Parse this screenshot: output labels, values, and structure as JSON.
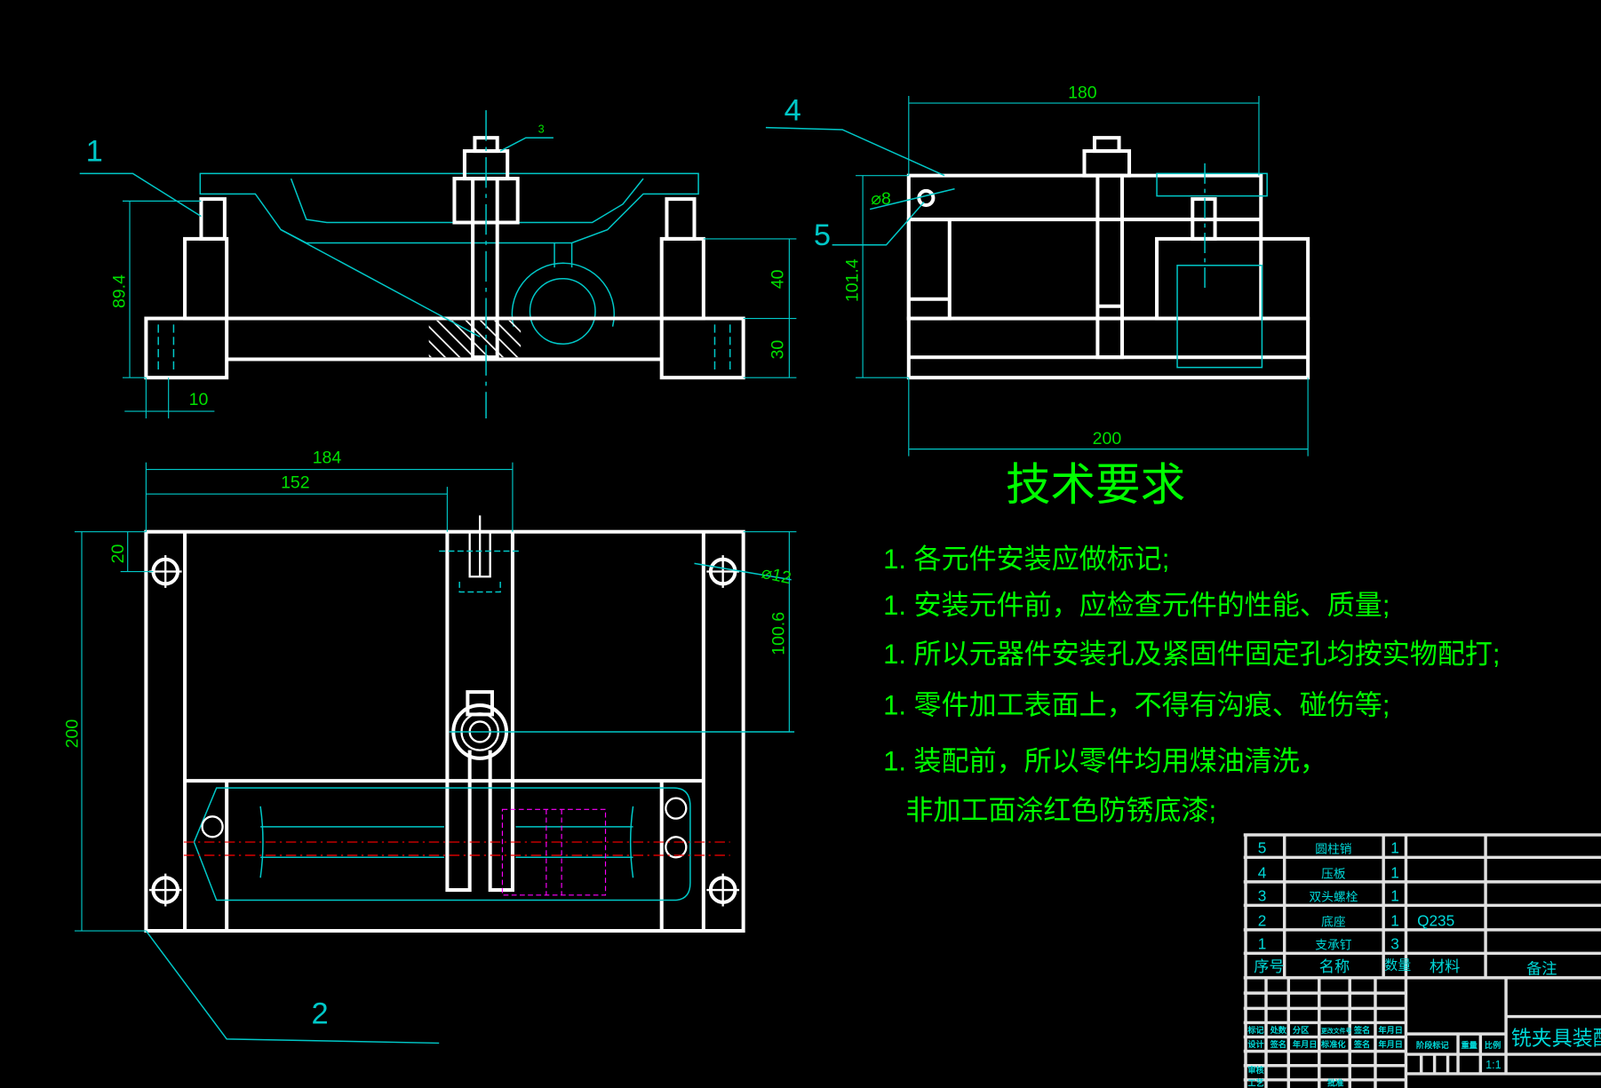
{
  "colors": {
    "background": "#000000",
    "geometry": "#ffffff",
    "centerline": "#00c8c8",
    "text_green": "#00ff00",
    "dimension_text": "#00e000",
    "hidden": "#ff0000",
    "phantom": "#ff00ff"
  },
  "front_view": {
    "dims": {
      "height": "89.4",
      "upper": "40",
      "lower": "30",
      "offset": "10"
    },
    "leaders": {
      "part1": "1",
      "part3": "3"
    }
  },
  "side_view": {
    "dims": {
      "top_width": "180",
      "bottom_width": "200",
      "height": "101.4",
      "pin_dia": "⌀8"
    },
    "leaders": {
      "part4": "4",
      "part5": "5"
    }
  },
  "top_view": {
    "dims": {
      "width1": "184",
      "width2": "152",
      "edge": "20",
      "total_height": "200",
      "hole_offset": "100.6",
      "hole_dia": "⌀12"
    },
    "leaders": {
      "part2": "2"
    }
  },
  "tech_requirements": {
    "title": "技术要求",
    "items": [
      "1. 各元件安装应做标记;",
      "1. 安装元件前，应检查元件的性能、质量;",
      "1. 所以元器件安装孔及紧固件固定孔均按实物配打;",
      "1. 零件加工表面上，不得有沟痕、碰伤等;",
      "1. 装配前，所以零件均用煤油清洗，",
      "非加工面涂红色防锈底漆;"
    ]
  },
  "title_block": {
    "parts": [
      {
        "no": "5",
        "name": "圆柱销",
        "qty": "1",
        "material": "",
        "note": ""
      },
      {
        "no": "4",
        "name": "压板",
        "qty": "1",
        "material": "",
        "note": ""
      },
      {
        "no": "3",
        "name": "双头螺栓",
        "qty": "1",
        "material": "",
        "note": ""
      },
      {
        "no": "2",
        "name": "底座",
        "qty": "1",
        "material": "Q235",
        "note": ""
      },
      {
        "no": "1",
        "name": "支承钉",
        "qty": "3",
        "material": "",
        "note": ""
      }
    ],
    "headers": {
      "no": "序号",
      "name": "名称",
      "qty": "数量",
      "material": "材料",
      "note": "备注"
    },
    "revision_labels": [
      "标记",
      "处数",
      "分区",
      "更改文件号",
      "签名",
      "年月日"
    ],
    "sign_labels": [
      "设计",
      "签名",
      "年月日",
      "标准化",
      "签名",
      "年月日"
    ],
    "review": "审核",
    "process": "工艺",
    "approve": "批准",
    "stage_mark": "阶段标记",
    "weight": "重量",
    "scale_label": "比例",
    "scale": "1:1",
    "drawing_name": "铣夹具装配图"
  }
}
